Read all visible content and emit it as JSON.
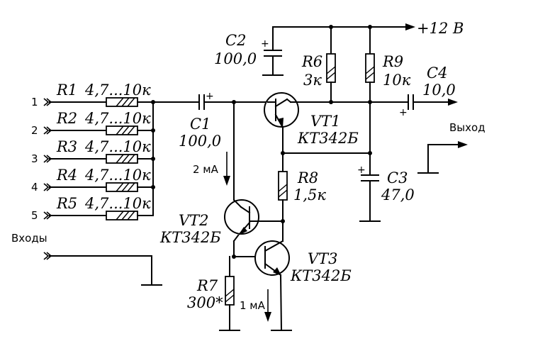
{
  "supply": {
    "label": "+12 В"
  },
  "inputs": [
    {
      "pin": "1",
      "ref": "R1",
      "value": "4,7...10к"
    },
    {
      "pin": "2",
      "ref": "R2",
      "value": "4,7...10к"
    },
    {
      "pin": "3",
      "ref": "R3",
      "value": "4,7...10к"
    },
    {
      "pin": "4",
      "ref": "R4",
      "value": "4,7...10к"
    },
    {
      "pin": "5",
      "ref": "R5",
      "value": "4,7...10к"
    }
  ],
  "inputs_label": "Входы",
  "output_label": "Выход",
  "components": {
    "c1": {
      "ref": "C1",
      "value": "100,0"
    },
    "c2": {
      "ref": "C2",
      "value": "100,0"
    },
    "c3": {
      "ref": "C3",
      "value": "47,0"
    },
    "c4": {
      "ref": "C4",
      "value": "10,0"
    },
    "r6": {
      "ref": "R6",
      "value": "3к"
    },
    "r7": {
      "ref": "R7",
      "value": "300*"
    },
    "r8": {
      "ref": "R8",
      "value": "1,5к"
    },
    "r9": {
      "ref": "R9",
      "value": "10к"
    },
    "vt1": {
      "ref": "VT1",
      "value": "КТ342Б"
    },
    "vt2": {
      "ref": "VT2",
      "value": "КТ342Б"
    },
    "vt3": {
      "ref": "VT3",
      "value": "КТ342Б"
    }
  },
  "currents": {
    "i2": "2 мА",
    "i1": "1 мА"
  },
  "plus_sign": "+"
}
